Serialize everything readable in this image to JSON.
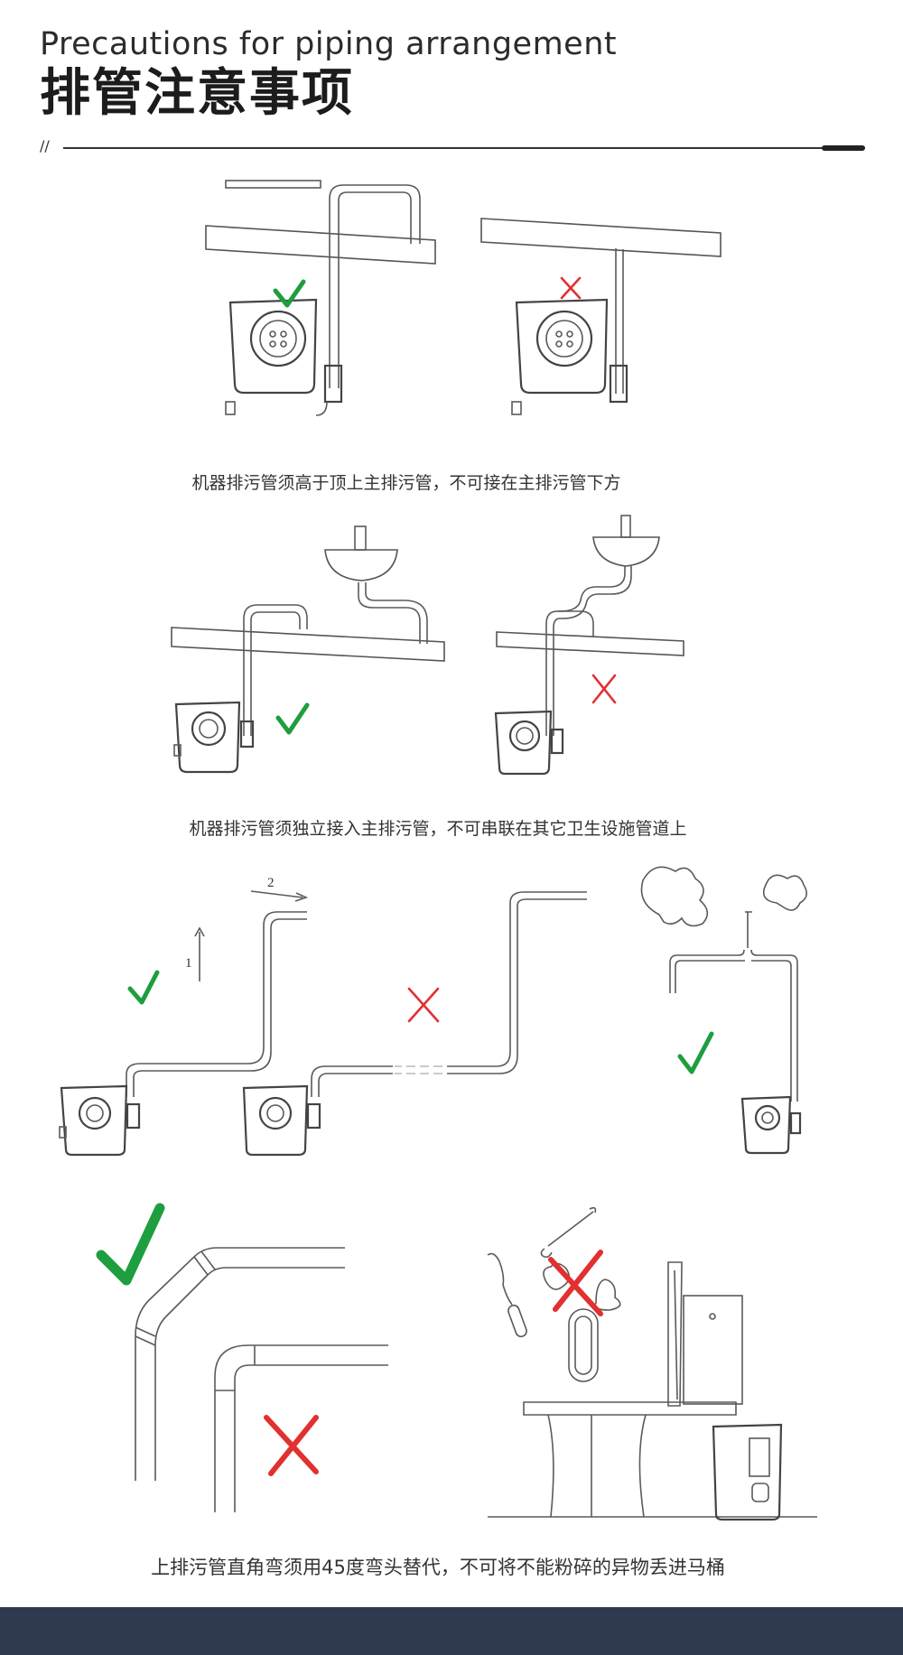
{
  "header": {
    "title_en": "Precautions for piping arrangement",
    "title_cn": "排管注意事项",
    "divider_mark": "//"
  },
  "captions": {
    "section1": "机器排污管须高于顶上主排污管，不可接在主排污管下方",
    "section2": "机器排污管须独立接入主排污管，不可串联在其它卫生设施管道上",
    "section4": "上排污管直角弯须用45度弯头替代，不可将不能粉碎的异物丢进马桶"
  },
  "arrow_labels": {
    "step1": "1",
    "step2": "2"
  },
  "icons": {
    "correct": "green-check-icon",
    "wrong": "red-cross-icon"
  },
  "colors": {
    "correct": "#1e9e3e",
    "wrong": "#e23030",
    "footer": "#2f3a4e",
    "line": "#555555"
  }
}
